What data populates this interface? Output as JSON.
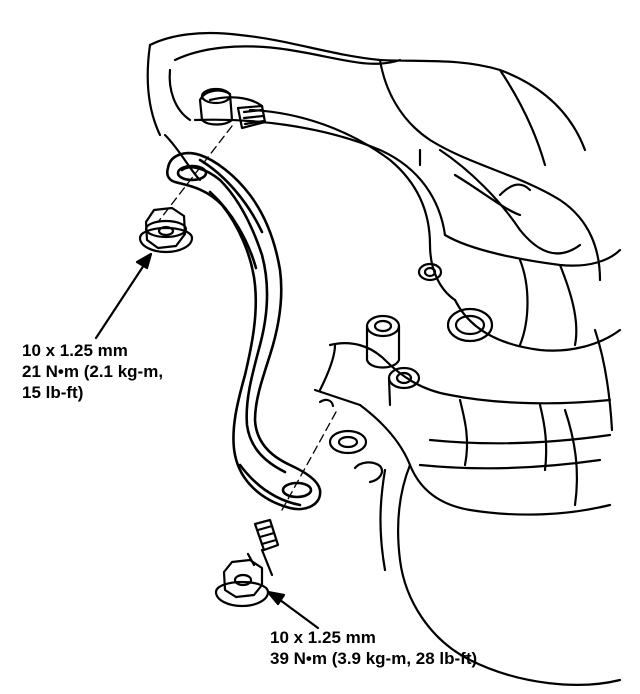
{
  "callouts": {
    "upper_nut": {
      "line1": "10 x 1.25 mm",
      "line2": "21 N•m (2.1 kg-m,",
      "line3": "15 lb-ft)"
    },
    "lower_bolt": {
      "line1": "10 x 1.25 mm",
      "line2": "39 N•m (3.9 kg-m, 28 lb-ft)"
    }
  }
}
